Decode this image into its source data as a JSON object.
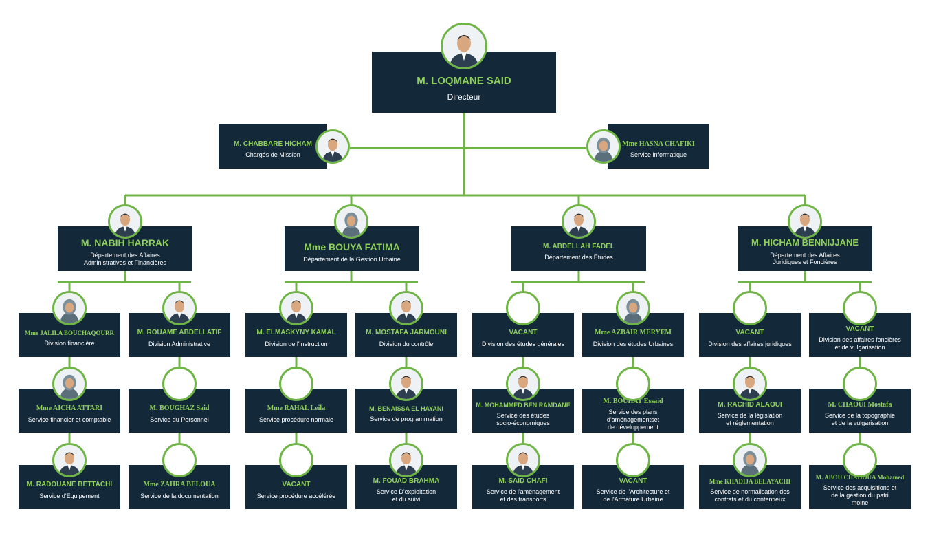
{
  "colors": {
    "box": "#13293a",
    "name": "#8fd05a",
    "line": "#6fb545",
    "text": "#ffffff"
  },
  "nodes": [
    {
      "id": "director",
      "name": "M. LOQMANE SAID",
      "role": "Directeur",
      "photo": "male-person-icon"
    },
    {
      "id": "mission",
      "name": "M. CHABBARE HICHAM",
      "role": "Chargés de Mission",
      "photo": "male-person-icon"
    },
    {
      "id": "info",
      "name": "Mme HASNA CHAFIKI",
      "role": "Service informatique",
      "photo": "female-person-icon"
    },
    {
      "id": "dep1",
      "name": "M. NABIH HARRAK",
      "role": "Département des Affaires\nAdministratives et Financières",
      "photo": "male-person-icon"
    },
    {
      "id": "dep2",
      "name": "Mme  BOUYA FATIMA",
      "role": "Département de la Gestion Urbaine",
      "photo": "female-person-icon"
    },
    {
      "id": "dep3",
      "name": "M. ABDELLAH FADEL",
      "role": "Département des Etudes",
      "photo": "male-person-icon"
    },
    {
      "id": "dep4",
      "name": "M. HICHAM BENNIJJANE",
      "role": "Département des Affaires\nJuridiques et  Foncières",
      "photo": "male-person-icon"
    },
    {
      "id": "c1r1",
      "name": "Mme JALILA BOUCHAQOURR",
      "role": "Division financière",
      "photo": "female-person-icon"
    },
    {
      "id": "c1r2",
      "name": "Mme AICHA ATTARI",
      "role": "Service financier et  comptable",
      "photo": "female-person-icon"
    },
    {
      "id": "c1r3",
      "name": "M. RADOUANE BETTACHI",
      "role": "Service d'Equipement",
      "photo": "male-person-icon"
    },
    {
      "id": "c2r1",
      "name": "M. ROUAME ABDELLATIF",
      "role": "Division Administrative",
      "photo": "male-person-icon"
    },
    {
      "id": "c2r2",
      "name": "M. BOUGHAZ Said",
      "role": "Service du Personnel",
      "photo": "empty-photo-icon"
    },
    {
      "id": "c2r3",
      "name": "Mme ZAHRA BELOUA",
      "role": "Service de la documentation",
      "photo": "empty-photo-icon"
    },
    {
      "id": "c3r1",
      "name": "M. ELMASKYNY KAMAL",
      "role": "Division de l'instruction",
      "photo": "male-person-icon"
    },
    {
      "id": "c3r2",
      "name": "Mme RAHAL Leila",
      "role": "Service procédure normale",
      "photo": "empty-photo-icon"
    },
    {
      "id": "c3r3",
      "name": "VACANT",
      "role": "Service procédure accélérée",
      "photo": "empty-photo-icon"
    },
    {
      "id": "c4r1",
      "name": "M. MOSTAFA JARMOUNI",
      "role": "Division du contrôle",
      "photo": "male-person-icon"
    },
    {
      "id": "c4r2",
      "name": "M. BENAISSA EL HAYANI",
      "role": "Service de programmation",
      "photo": "male-person-icon"
    },
    {
      "id": "c4r3",
      "name": "M. FOUAD BRAHMA",
      "role": "Service D'exploitation\net du suivi",
      "photo": "male-person-icon"
    },
    {
      "id": "c5r1",
      "name": "VACANT",
      "role": "Division des études générales",
      "photo": "empty-photo-icon"
    },
    {
      "id": "c5r2",
      "name": "M. MOHAMMED BEN RAMDANE",
      "role": "Service des études\nsocio-économiques",
      "photo": "male-person-icon"
    },
    {
      "id": "c5r3",
      "name": "M. SAID CHAFI",
      "role": "Service de l'aménagement\net des transports",
      "photo": "male-person-icon"
    },
    {
      "id": "c6r1",
      "name": "Mme AZBAIR MERYEM",
      "role": "Division des études Urbaines",
      "photo": "female-person-icon"
    },
    {
      "id": "c6r2",
      "name": "M. BOUHAT Essaid",
      "role": "Service des plans d'aménagementset\nde développement",
      "photo": "empty-photo-icon"
    },
    {
      "id": "c6r3",
      "name": "VACANT",
      "role": "Service de l'Architecture et\nde l'Armature Urbaine",
      "photo": "empty-photo-icon"
    },
    {
      "id": "c7r1",
      "name": "VACANT",
      "role": "Division des affaires juridiques",
      "photo": "empty-photo-icon"
    },
    {
      "id": "c7r2",
      "name": "M. RACHID ALAOUI",
      "role": "Service de la législation\net réglementation",
      "photo": "male-person-icon"
    },
    {
      "id": "c7r3",
      "name": "Mme KHADIJA BELAYACHI",
      "role": "Service de  normalisation des\ncontrats et du contentieux",
      "photo": "female-person-icon"
    },
    {
      "id": "c8r1",
      "name": "VACANT",
      "role": "Division des affaires  foncières\net  de vulgarisation",
      "photo": "empty-photo-icon"
    },
    {
      "id": "c8r2",
      "name": "M. CHAOUI Mostafa",
      "role": "Service de  la topographie\net de  la vulgarisation",
      "photo": "empty-photo-icon"
    },
    {
      "id": "c8r3",
      "name": "M. ABOU CHAHOUA Mohamed",
      "role": "Service des acquisitions et\nde la gestion du patri\nmoine",
      "photo": "empty-photo-icon"
    }
  ]
}
